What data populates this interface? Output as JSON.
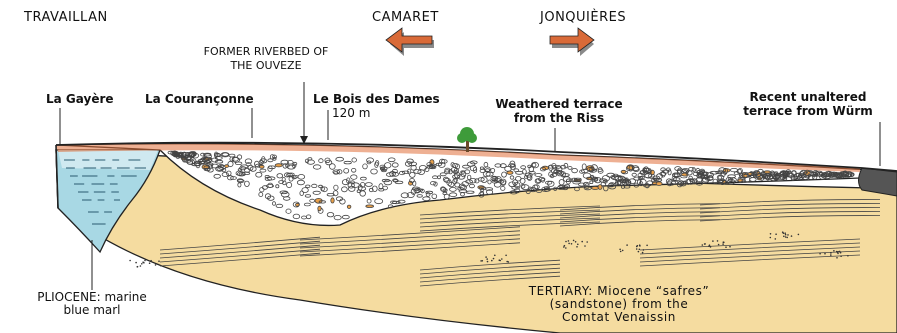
{
  "towns": {
    "travaillan": "TRAVAILLAN",
    "camaret": "CAMARET",
    "jonquieres": "JONQUIÈRES"
  },
  "labels": {
    "former_riverbed_line1": "FORMER RIVERBED OF",
    "former_riverbed_line2": "THE OUVEZE",
    "la_gayere": "La Gayère",
    "la_couranconne": "La Courançonne",
    "bois_des_dames": "Le Bois des Dames",
    "elevation": "120 m",
    "weathered_line1": "Weathered terrace",
    "weathered_line2": "from the Riss",
    "recent_line1": "Recent unaltered",
    "recent_line2": "terrace from Würm",
    "pliocene_line1": "PLIOCENE: marine",
    "pliocene_line2": "blue marl",
    "tertiary_line1": "TERTIARY: Miocene “safres”",
    "tertiary_line2": "(sandstone) from the",
    "tertiary_line3": "Comtat Venaissin"
  },
  "icons": {
    "left_arrow": "arrow-left-icon",
    "right_arrow": "arrow-right-icon",
    "tree": "tree-icon"
  },
  "colors": {
    "sandstone": "#f5dca0",
    "marl": "#a8d8e4",
    "marl_light": "#d8eef2",
    "gravel_fill": "#ffffff",
    "weathered": "#e0703a",
    "arrow": "#d96a38",
    "arrow_shadow": "#8a8a8a",
    "outline": "#222222"
  }
}
